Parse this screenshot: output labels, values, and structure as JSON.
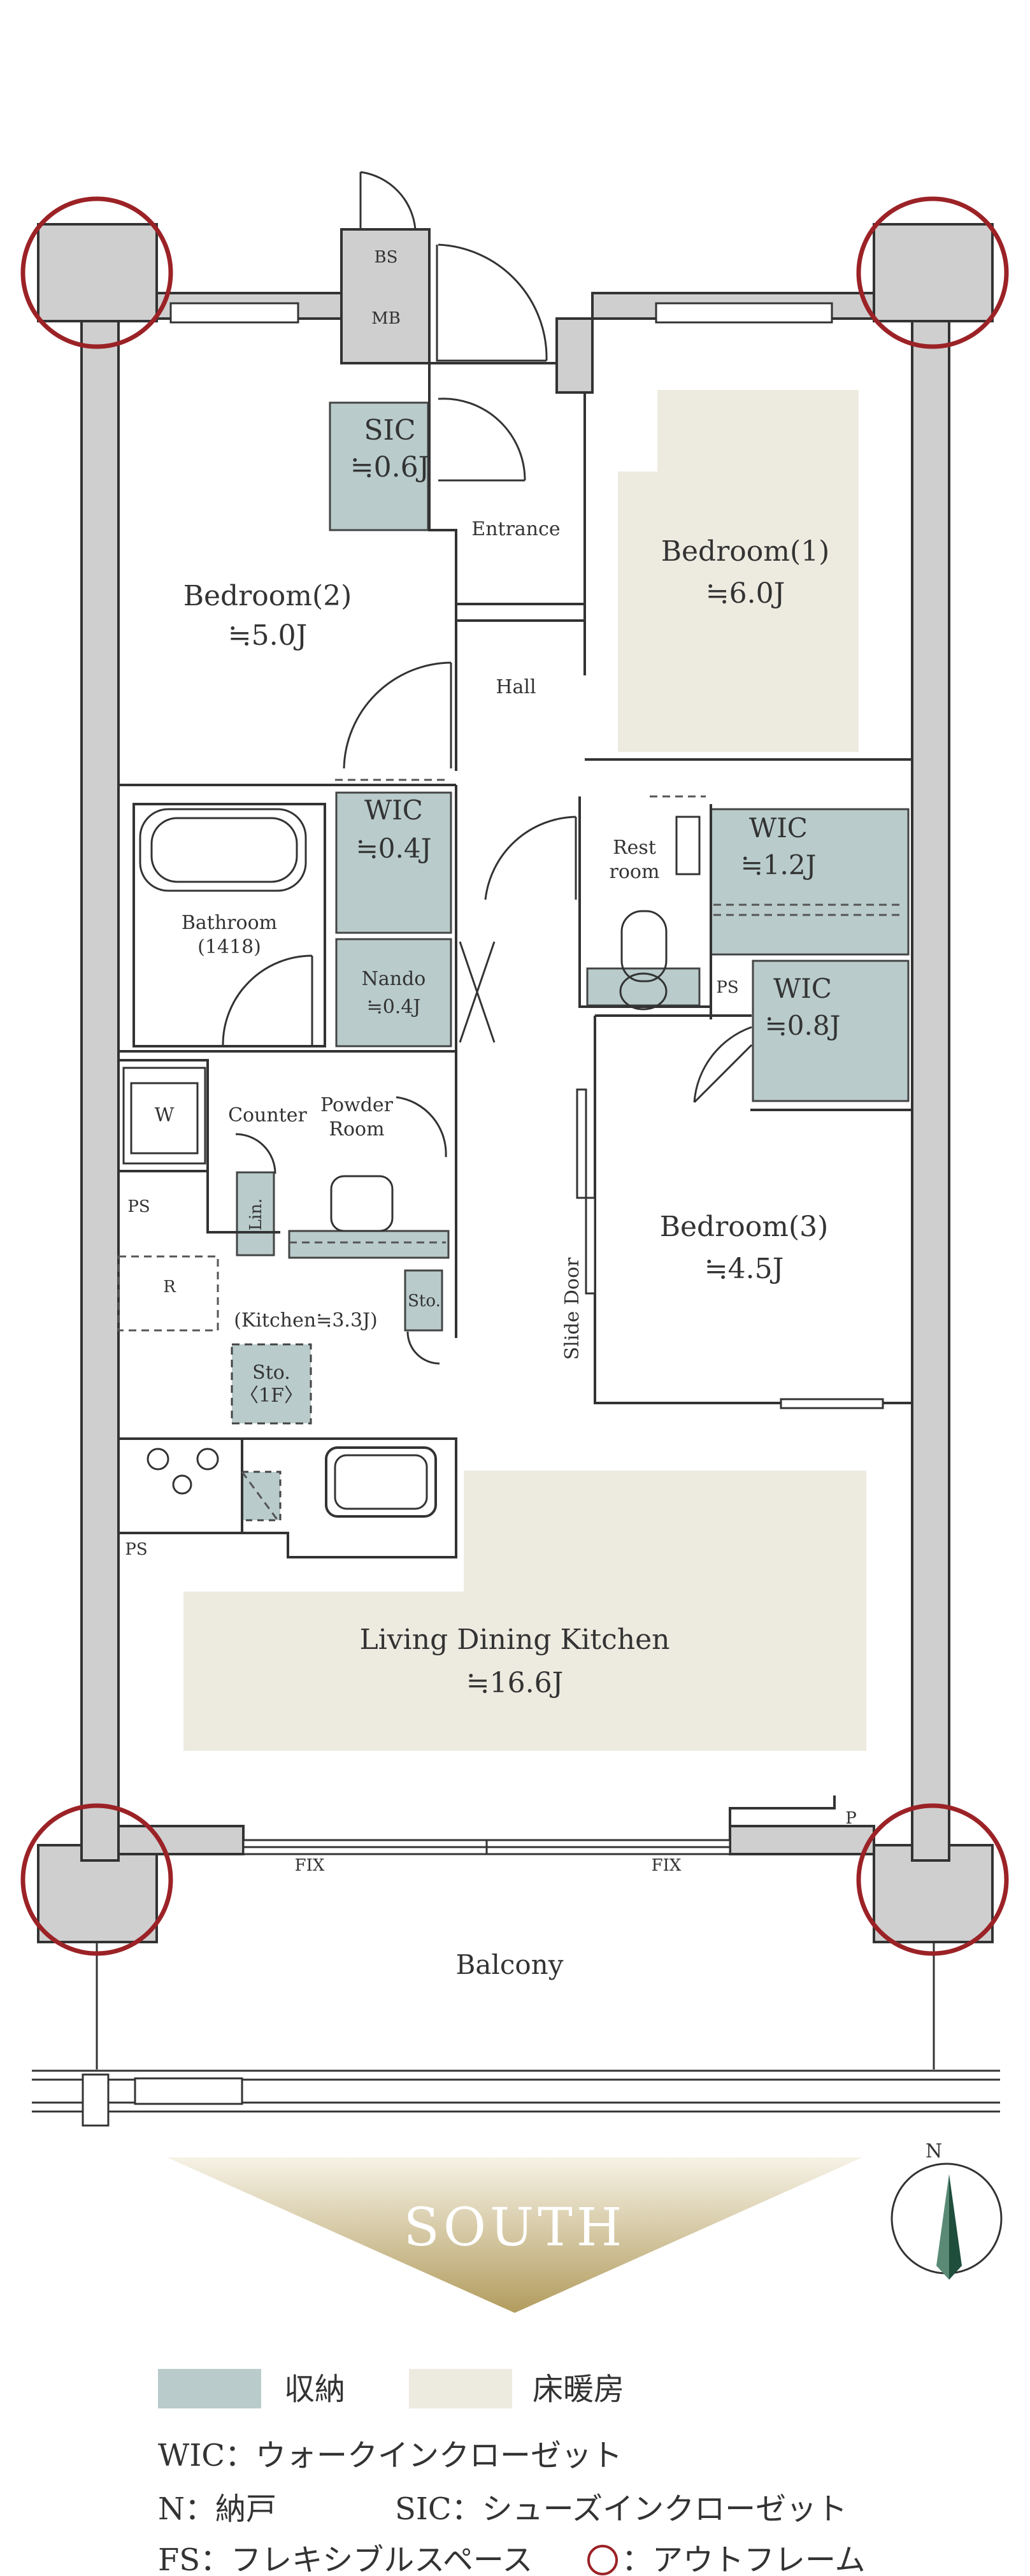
{
  "rooms": {
    "bedroom1": {
      "name": "Bedroom(1)",
      "size": "≒6.0J"
    },
    "bedroom2": {
      "name": "Bedroom(2)",
      "size": "≒5.0J"
    },
    "bedroom3": {
      "name": "Bedroom(3)",
      "size": "≒4.5J"
    },
    "ldk": {
      "name": "Living Dining Kitchen",
      "size": "≒16.6J"
    },
    "sic": {
      "name": "SIC",
      "size": "≒0.6J"
    },
    "wic_a": {
      "name": "WIC",
      "size": "≒0.4J"
    },
    "wic_b": {
      "name": "WIC",
      "size": "≒1.2J"
    },
    "wic_c": {
      "name": "WIC",
      "size": "≒0.8J"
    },
    "nando": {
      "name": "Nando",
      "size": "≒0.4J"
    },
    "bathroom": {
      "name": "Bathroom",
      "size": "(1418)"
    },
    "restroom": {
      "line1": "Rest",
      "line2": "room"
    },
    "powder": {
      "line1": "Powder",
      "line2": "Room"
    },
    "entrance": "Entrance",
    "hall": "Hall",
    "balcony": "Balcony",
    "kitchen": "(Kitchen≒3.3J)",
    "sto_1f": {
      "line1": "Sto.",
      "line2": "〈1F〉"
    }
  },
  "small_labels": {
    "bs": "BS",
    "mb": "MB",
    "w": "W",
    "counter": "Counter",
    "ps": "PS",
    "lin": "Lin.",
    "r": "R",
    "sto": "Sto.",
    "slide_door": "Slide Door",
    "fix": "FIX",
    "p": "P"
  },
  "orientation": {
    "direction": "SOUTH",
    "compass": "N"
  },
  "legend": {
    "storage": "収納",
    "floor_heating": "床暖房",
    "wic_def": "WIC：ウォークインクローゼット",
    "n_sic_def_1": "N：納戸",
    "n_sic_def_2": "SIC：シューズインクローゼット",
    "fs_def": "FS：フレキシブルスペース",
    "outframe_def": "：アウトフレーム"
  },
  "colors": {
    "storage": "#b9cbcb",
    "floor_heating": "#edebe0",
    "outframe": "#9b2226",
    "wall": "#cfcfcf",
    "south_gold": "#b8a470"
  }
}
